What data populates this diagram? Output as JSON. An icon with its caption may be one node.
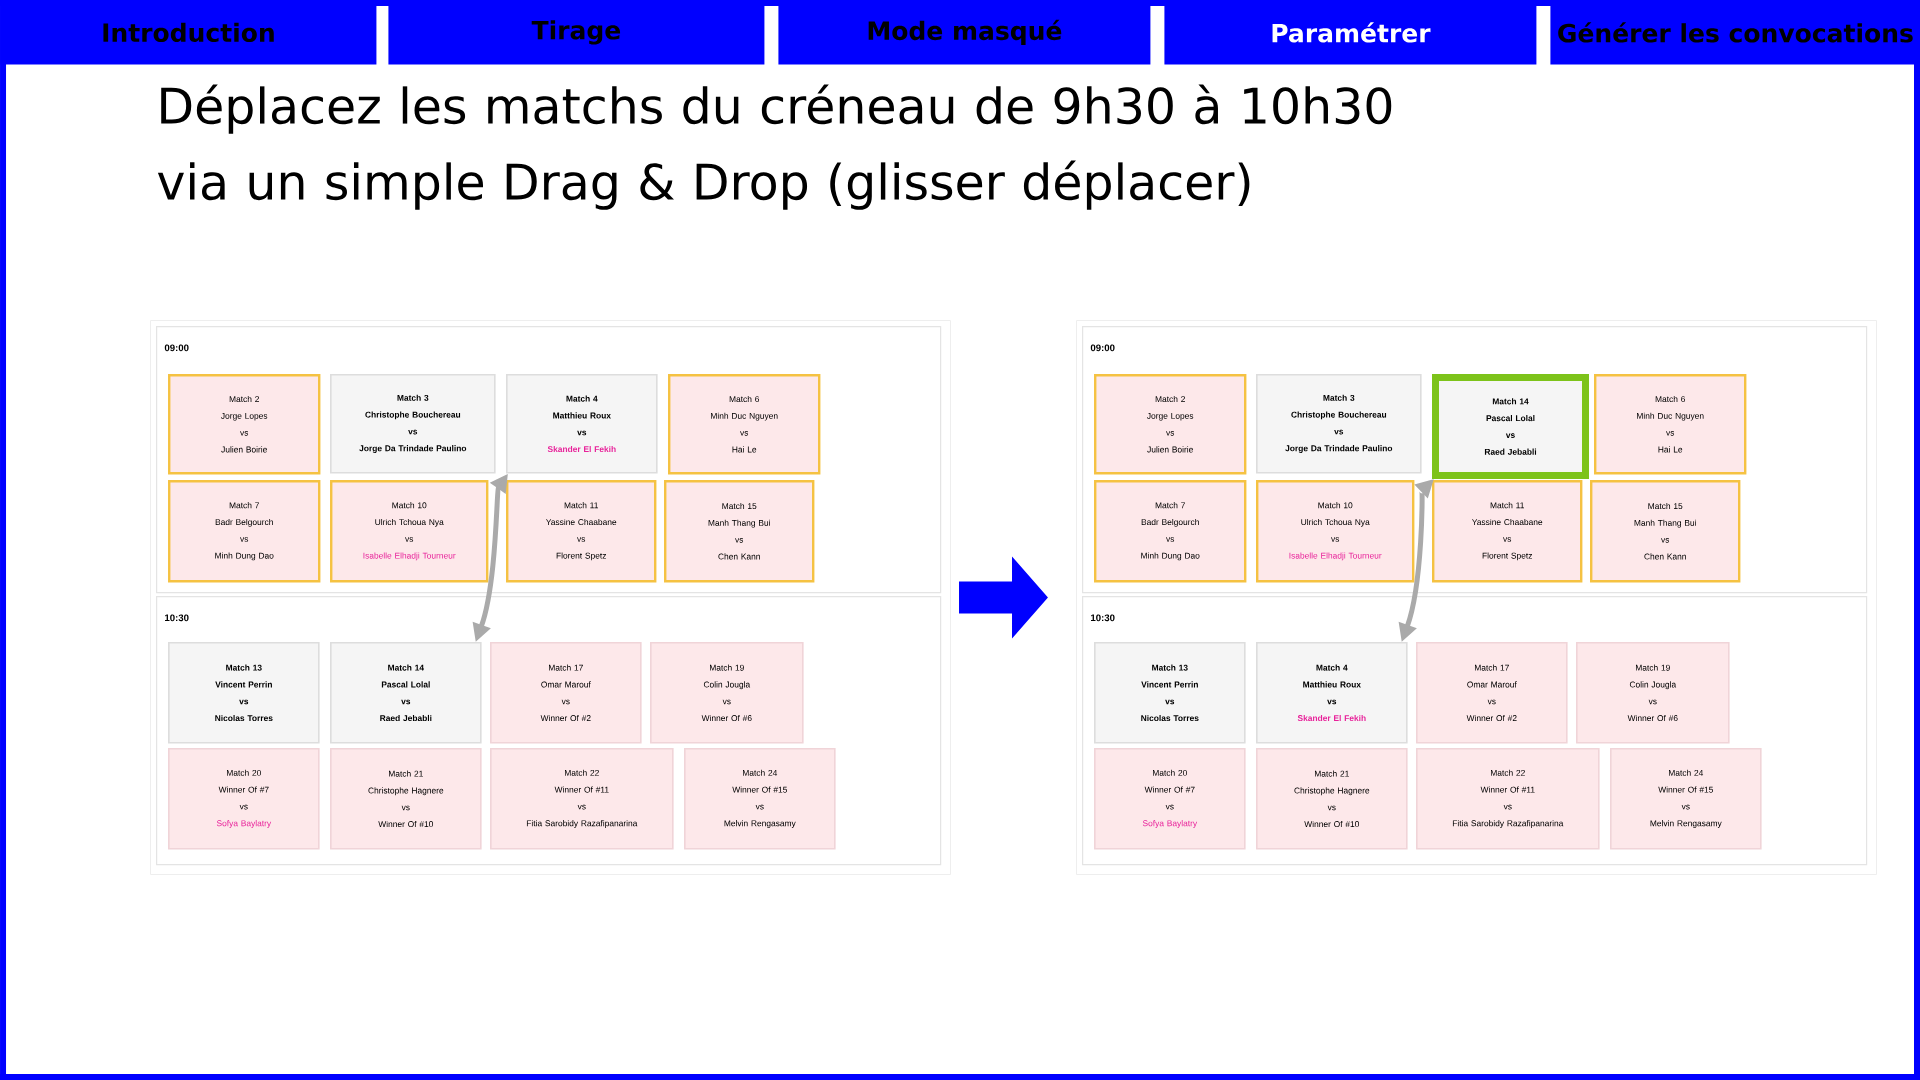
{
  "diagram": {
    "title": "Déplacez les matchs du créneau de 9h30 à 10h30 via un simple Drag & Drop (glisser déplacer)",
    "nodes": [
      {
        "text": [
          "Introduction"
        ]
      },
      {
        "text": [
          "Tirage"
        ]
      },
      {
        "text": [
          "Mode masqué"
        ]
      },
      {
        "text": [
          "Paramétrer"
        ]
      },
      {
        "text": [
          "Générer les convocations"
        ]
      },
      {
        "text": [],
        "shape": "box"
      },
      {
        "text": [
          "09:00"
        ],
        "in": 5
      },
      {
        "text": [
          "Match 2",
          "Jorge Lopes",
          "vs",
          "Julien Boirie"
        ],
        "in": 6
      },
      {
        "text": [
          "Match 3",
          "Christophe Bouchereau",
          "vs",
          "Jorge Da Trindade Paulino"
        ],
        "in": 6
      },
      {
        "text": [
          "Match 4",
          "Matthieu Roux",
          "vs",
          "Skander El Fekih"
        ],
        "in": 6
      },
      {
        "text": [
          "Match 6",
          "Minh Duc Nguyen",
          "vs",
          "Hai Le"
        ],
        "in": 6
      },
      {
        "text": [
          "Match 7",
          "Badr Belgourch",
          "vs",
          "Minh Dung Dao"
        ],
        "in": 6
      },
      {
        "text": [
          "Match 10",
          "Ulrich Tchoua Nya",
          "vs",
          "Isabelle Elhadji Tourneur"
        ],
        "in": 6
      },
      {
        "text": [
          "Match 11",
          "Yassine Chaabane",
          "vs",
          "Florent Spetz"
        ],
        "in": 6
      },
      {
        "text": [
          "Match 15",
          "Manh Thang Bui",
          "vs",
          "Chen Kann"
        ],
        "in": 6
      },
      {
        "text": [
          "10:30"
        ],
        "in": 5
      },
      {
        "text": [
          "Match 13",
          "Vincent Perrin",
          "vs",
          "Nicolas Torres"
        ],
        "in": 15
      },
      {
        "text": [
          "Match 14",
          "Pascal Lolal",
          "vs",
          "Raed Jebabli"
        ],
        "in": 15
      },
      {
        "text": [
          "Match 17",
          "Omar Marouf",
          "vs",
          "Winner Of #2"
        ],
        "in": 15
      },
      {
        "text": [
          "Match 19",
          "Colin Jougla",
          "vs",
          "Winner Of #6"
        ],
        "in": 15
      },
      {
        "text": [
          "Match 20",
          "Winner Of #7",
          "vs",
          "Sofya Baylatry"
        ],
        "in": 15
      },
      {
        "text": [
          "Match 21",
          "Christophe Hagnere",
          "vs",
          "Winner Of #10"
        ],
        "in": 15
      },
      {
        "text": [
          "Match 22",
          "Winner Of #11",
          "vs",
          "Fitia Sarobidy Razafipanarina"
        ],
        "in": 15
      },
      {
        "text": [
          "Match 24",
          "Winner Of #15",
          "vs",
          "Melvin Rengasamy"
        ],
        "in": 15
      },
      {
        "text": [],
        "shape": "box"
      },
      {
        "text": [
          "09:00"
        ],
        "in": 24
      },
      {
        "text": [
          "Match 2",
          "Jorge Lopes",
          "vs",
          "Julien Boirie"
        ],
        "in": 25
      },
      {
        "text": [
          "Match 3",
          "Christophe Bouchereau",
          "vs",
          "Jorge Da Trindade Paulino"
        ],
        "in": 25
      },
      {
        "text": [
          "Match 14",
          "Pascal Lolal",
          "vs",
          "Raed Jebabli"
        ],
        "in": 25
      },
      {
        "text": [
          "Match 6",
          "Minh Duc Nguyen",
          "vs",
          "Hai Le"
        ],
        "in": 25
      },
      {
        "text": [
          "Match 7",
          "Badr Belgourch",
          "vs",
          "Minh Dung Dao"
        ],
        "in": 25
      },
      {
        "text": [
          "Match 10",
          "Ulrich Tchoua Nya",
          "vs",
          "Isabelle Elhadji Tourneur"
        ],
        "in": 25
      },
      {
        "text": [
          "Match 11",
          "Yassine Chaabane",
          "vs",
          "Florent Spetz"
        ],
        "in": 25
      },
      {
        "text": [
          "Match 15",
          "Manh Thang Bui",
          "vs",
          "Chen Kann"
        ],
        "in": 25
      },
      {
        "text": [
          "10:30"
        ],
        "in": 24
      },
      {
        "text": [
          "Match 13",
          "Vincent Perrin",
          "vs",
          "Nicolas Torres"
        ],
        "in": 34
      },
      {
        "text": [
          "Match 4",
          "Matthieu Roux",
          "vs",
          "Skander El Fekih"
        ],
        "in": 34
      },
      {
        "text": [
          "Match 17",
          "Omar Marouf",
          "vs",
          "Winner Of #2"
        ],
        "in": 34
      },
      {
        "text": [
          "Match 19",
          "Colin Jougla",
          "vs",
          "Winner Of #6"
        ],
        "in": 34
      },
      {
        "text": [
          "Match 20",
          "Winner Of #7",
          "vs",
          "Sofya Baylatry"
        ],
        "in": 34
      },
      {
        "text": [
          "Match 21",
          "Christophe Hagnere",
          "vs",
          "Winner Of #10"
        ],
        "in": 34
      },
      {
        "text": [
          "Match 22",
          "Winner Of #11",
          "vs",
          "Fitia Sarobidy Razafipanarina"
        ],
        "in": 34
      },
      {
        "text": [
          "Match 24",
          "Winner Of #15",
          "vs",
          "Melvin Rengasamy"
        ],
        "in": 34
      }
    ],
    "edges": [
      {
        "from": 17,
        "to": 9,
        "arrow": "both"
      },
      {
        "from": 36,
        "to": 28,
        "arrow": "both"
      },
      {
        "from": 5,
        "to": 24,
        "arrow": "to",
        "style": "thick",
        "color": "#0000ff"
      }
    ]
  }
}
